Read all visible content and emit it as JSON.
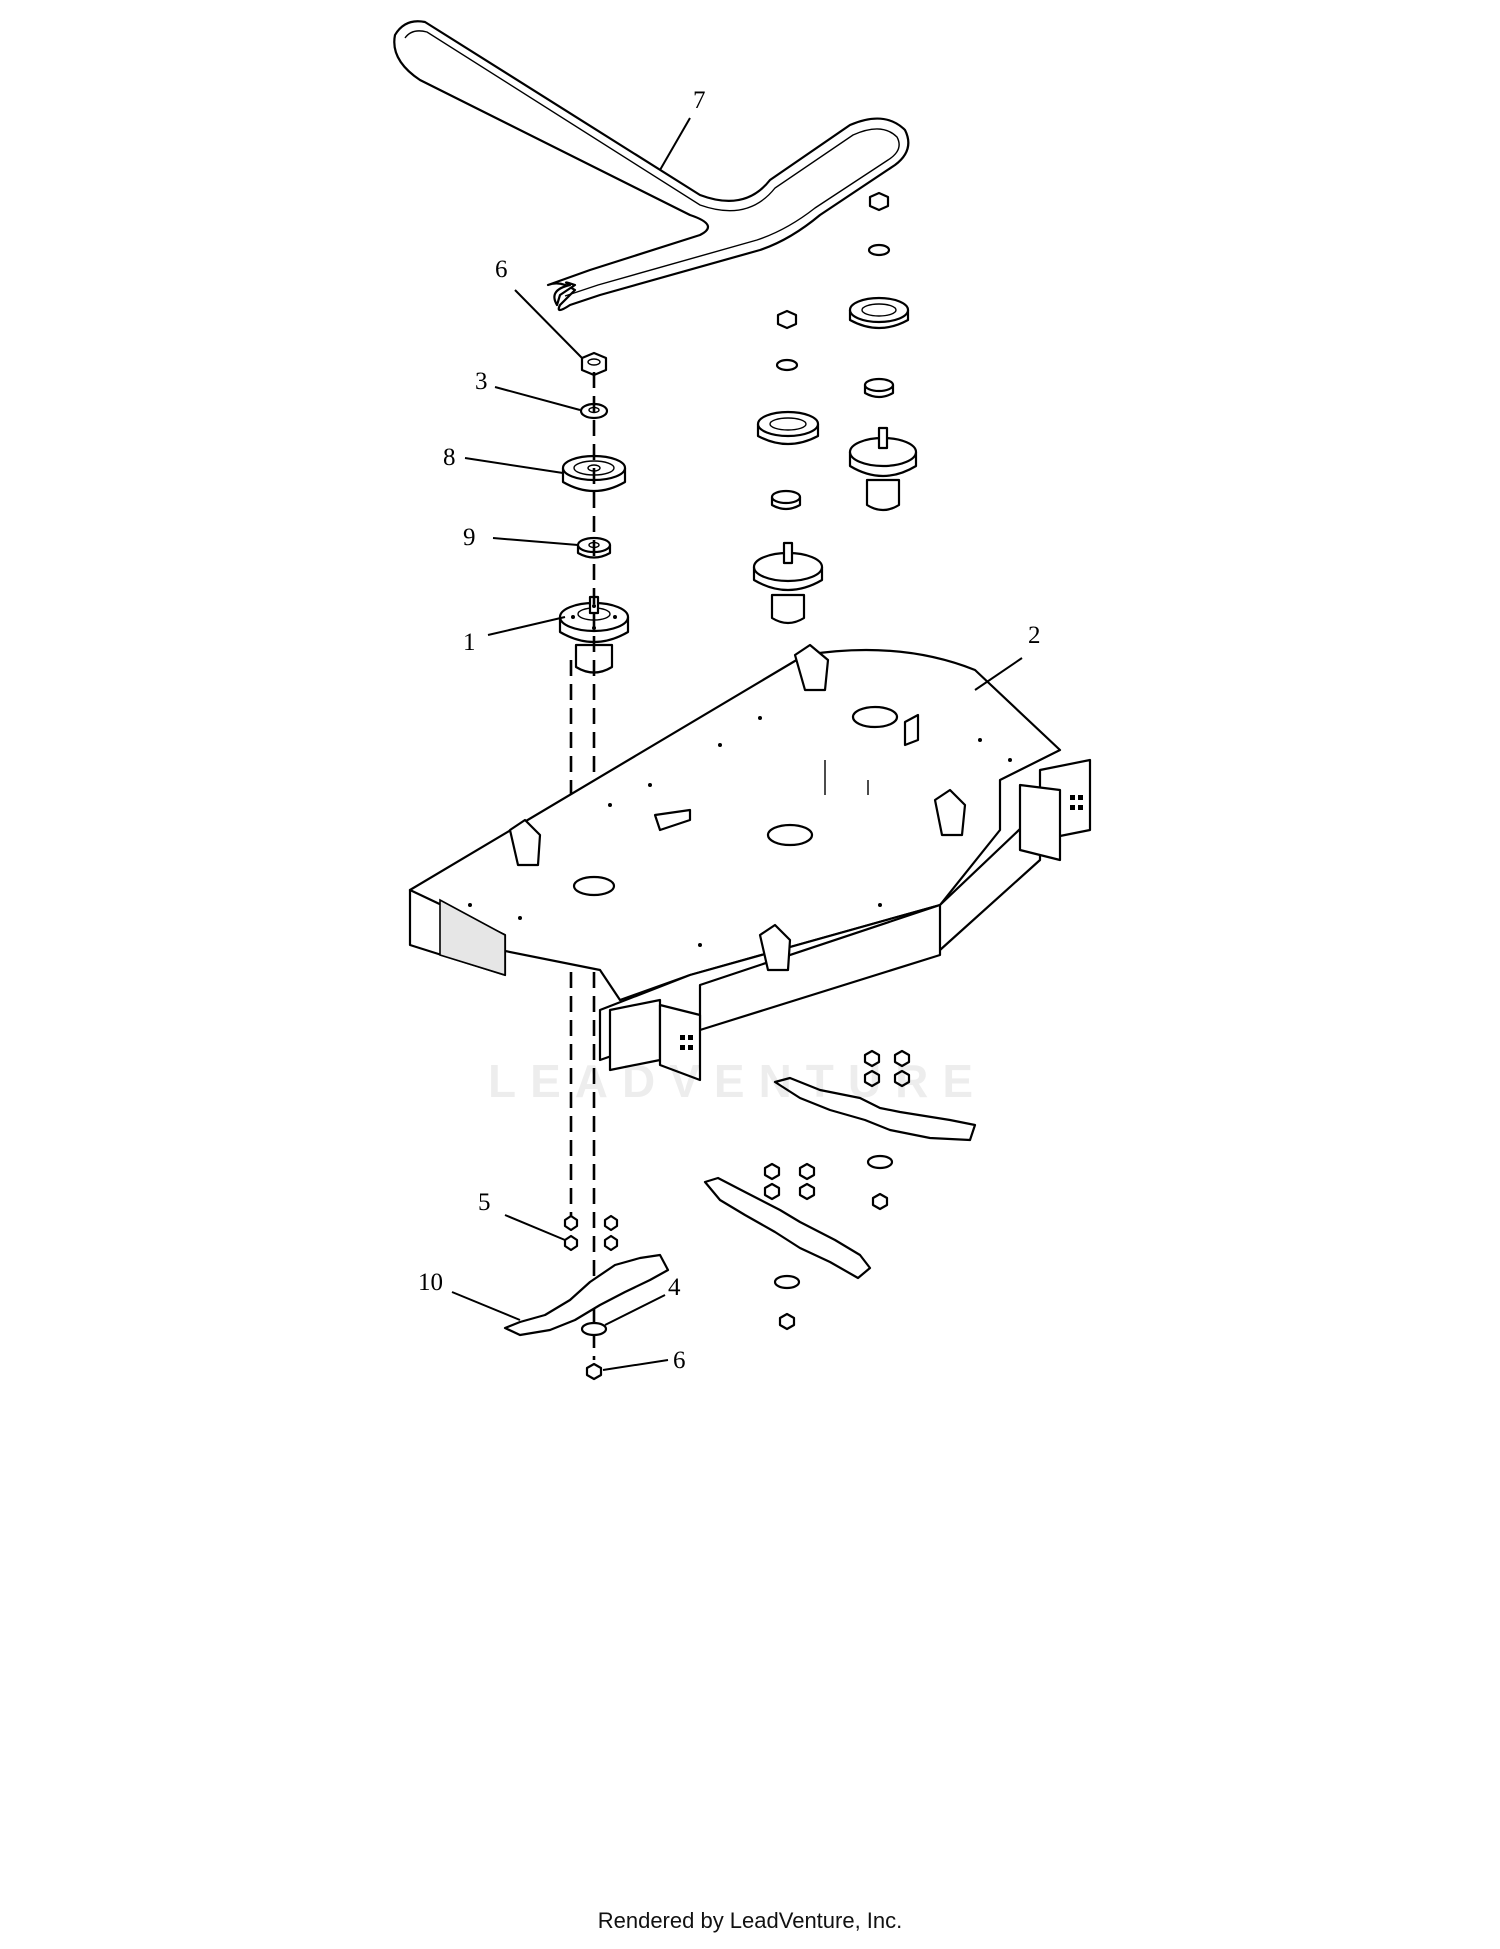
{
  "diagram": {
    "callouts": [
      {
        "id": "c7",
        "label": "7"
      },
      {
        "id": "c6a",
        "label": "6"
      },
      {
        "id": "c3",
        "label": "3"
      },
      {
        "id": "c8",
        "label": "8"
      },
      {
        "id": "c9",
        "label": "9"
      },
      {
        "id": "c1",
        "label": "1"
      },
      {
        "id": "c2",
        "label": "2"
      },
      {
        "id": "c5",
        "label": "5"
      },
      {
        "id": "c10",
        "label": "10"
      },
      {
        "id": "c4",
        "label": "4"
      },
      {
        "id": "c6b",
        "label": "6"
      }
    ]
  },
  "watermark": {
    "text": "LEADVENTURE"
  },
  "footer": {
    "text": "Rendered by LeadVenture, Inc."
  }
}
